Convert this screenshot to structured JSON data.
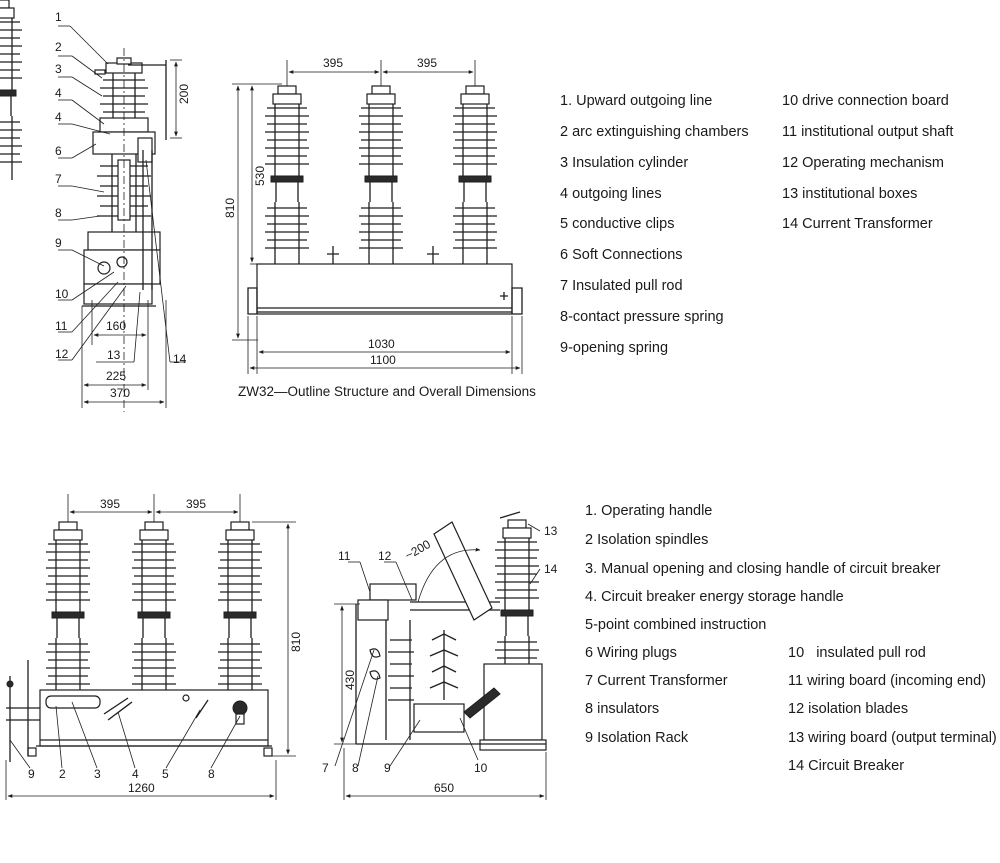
{
  "top": {
    "side_callouts": [
      "1",
      "2",
      "3",
      "4",
      "4",
      "6",
      "7",
      "8",
      "9",
      "10",
      "11",
      "12",
      "13",
      "14"
    ],
    "side_dims": {
      "height": "200",
      "d160": "160",
      "d225": "225",
      "d370": "370"
    },
    "front_dims": {
      "spacing_left": "395",
      "spacing_right": "395",
      "h530": "530",
      "h810": "810",
      "w1030": "1030",
      "w1100": "1100"
    },
    "caption": "ZW32—Outline Structure and Overall Dimensions",
    "legend_left": [
      "1. Upward outgoing line",
      "2 arc extinguishing chambers",
      "3 Insulation cylinder",
      "4 outgoing lines",
      "5 conductive clips",
      "6 Soft Connections",
      "7 Insulated pull rod",
      "8-contact pressure spring",
      "9-opening spring"
    ],
    "legend_right": [
      "10 drive connection board",
      "11 institutional output shaft",
      "12 Operating mechanism",
      "13 institutional boxes",
      "14 Current Transformer"
    ]
  },
  "bottom": {
    "front_dims": {
      "spacing_left": "395",
      "spacing_right": "395",
      "h810": "810",
      "w1260": "1260"
    },
    "front_callouts": [
      "9",
      "2",
      "3",
      "4",
      "5",
      "8"
    ],
    "side_dims": {
      "r200": "~200",
      "h430": "430",
      "w650": "650"
    },
    "side_callouts": [
      "11",
      "12",
      "13",
      "14",
      "7",
      "8",
      "9",
      "10"
    ],
    "legend_left": [
      "1. Operating handle",
      "2 Isolation spindles",
      "3. Manual opening and closing handle of circuit breaker",
      "4. Circuit breaker energy storage handle",
      "5-point combined instruction",
      "6 Wiring plugs",
      "7 Current Transformer",
      "8 insulators",
      "9 Isolation Rack"
    ],
    "legend_right": [
      "10   insulated pull rod",
      "11 wiring board (incoming end)",
      "12 isolation blades",
      "13 wiring board (output terminal)",
      "14 Circuit Breaker"
    ]
  }
}
